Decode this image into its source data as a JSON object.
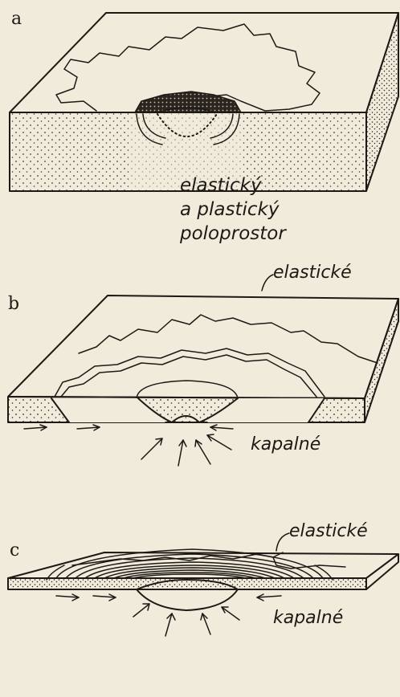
{
  "panels": {
    "a": {
      "letter": "a",
      "caption_lines": [
        "elastický",
        "a plastický",
        "poloprostor"
      ]
    },
    "b": {
      "letter": "b",
      "label_top": "elastické",
      "label_bottom": "kapalné"
    },
    "c": {
      "letter": "c",
      "label_top": "elastické",
      "label_bottom": "kapalné"
    }
  },
  "colors": {
    "paper": "#f1ebdc",
    "ink": "#1d1915"
  }
}
